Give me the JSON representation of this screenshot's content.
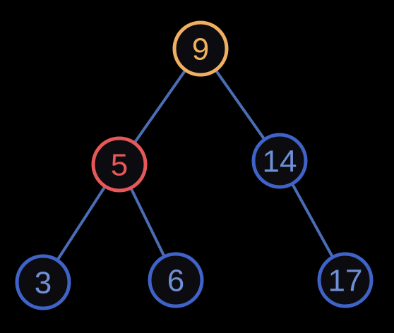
{
  "colors": {
    "background": "#000000",
    "edge": "#4a6db5",
    "root": "#f0b060",
    "highlight": "#e85858",
    "default": "#3f63c8",
    "node_fill": "#0c0c10",
    "label_default": "#6f8fd6"
  },
  "tree": {
    "nodes": [
      {
        "id": "n9",
        "label": "9",
        "role": "root"
      },
      {
        "id": "n5",
        "label": "5",
        "role": "highlight"
      },
      {
        "id": "n14",
        "label": "14",
        "role": "default"
      },
      {
        "id": "n3",
        "label": "3",
        "role": "default"
      },
      {
        "id": "n6",
        "label": "6",
        "role": "default"
      },
      {
        "id": "n17",
        "label": "17",
        "role": "default"
      }
    ],
    "edges": [
      {
        "from": "n9",
        "to": "n5"
      },
      {
        "from": "n9",
        "to": "n14"
      },
      {
        "from": "n5",
        "to": "n3"
      },
      {
        "from": "n5",
        "to": "n6"
      },
      {
        "from": "n14",
        "to": "n17"
      }
    ]
  }
}
